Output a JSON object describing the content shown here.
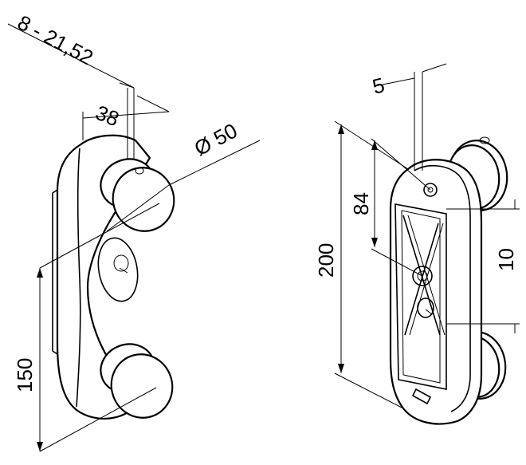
{
  "figure": {
    "left_view": {
      "labels": {
        "thickness_range": "8 - 21,52",
        "offset": "38",
        "diameter": "Ø 50",
        "spacing": "150"
      }
    },
    "right_view": {
      "labels": {
        "top_gap": "5",
        "upper_offset": "84",
        "height": "200",
        "side_gap": "10"
      }
    }
  }
}
